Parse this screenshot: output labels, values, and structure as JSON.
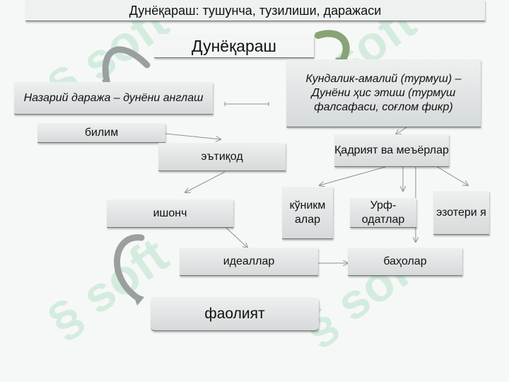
{
  "title": "Дунёқараш: тушунча, тузилиши, даражаси",
  "root": "Дунёқараш",
  "theoretical": "Назарий даража – дунёни англаш",
  "practical": "Кундалик-амалий (турмуш) – Дунёни ҳис этиш (турмуш фалсафаси, соғлом фикр)",
  "knowledge": "билим",
  "belief": "эътиқод",
  "trust": "ишонч",
  "ideals": "идеаллар",
  "activity": "фаолият",
  "values_norms": "Қадрият ва меъёрлар",
  "skills": "кўникм алар",
  "customs": "Урф-одатлар",
  "esoteric": "эзотери я",
  "assessments": "баҳолар",
  "colors": {
    "arrow_green": "#7d9a6a",
    "arrow_grey": "#8a8f8f",
    "line": "#8a9090",
    "watermark": "#bfe3cf"
  }
}
